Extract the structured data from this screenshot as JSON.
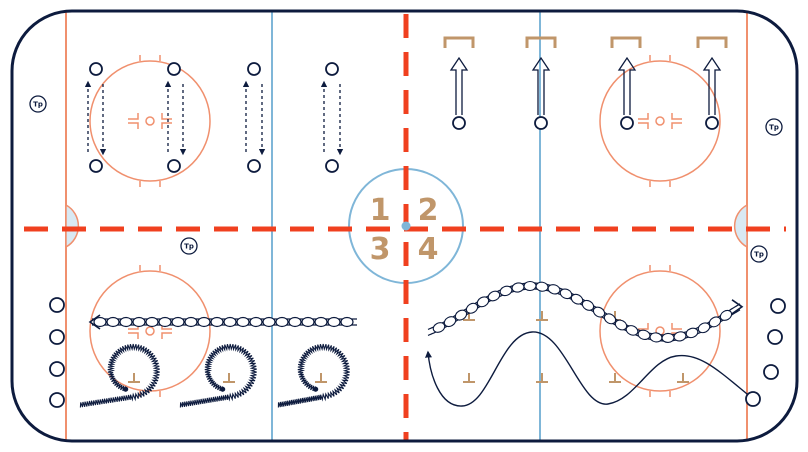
{
  "colors": {
    "board": "#0d1b3e",
    "ice": "#ffffff",
    "red_line": "#f0401f",
    "blue_line": "#7fb6d8",
    "faceoff": "#f0906e",
    "crease": "#d9e9f3",
    "zone_numbers": "#c0966a",
    "marks": "#0d1b3e"
  },
  "zones": {
    "z1": "1",
    "z2": "2",
    "z3": "3",
    "z4": "4"
  },
  "tags": {
    "coach": "Tp"
  },
  "icons": {
    "player": "player-circle-icon",
    "pylon": "pylon-marker-icon",
    "net": "net-bracket-icon",
    "coach": "coach-tp-icon"
  }
}
